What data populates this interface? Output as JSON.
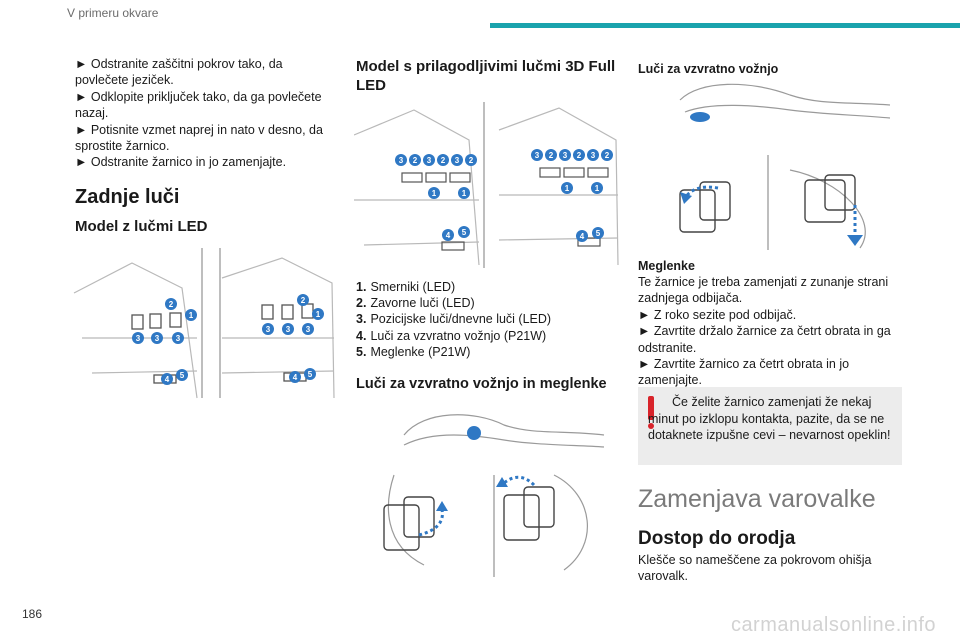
{
  "header": {
    "title": "V primeru okvare"
  },
  "page_number": "186",
  "watermark": "carmanualsonline.info",
  "col1": {
    "steps": [
      "► Odstranite zaščitni pokrov tako, da povlečete jeziček.",
      "► Odklopite priključek tako, da ga povlečete nazaj.",
      "► Potisnite vzmet naprej in nato v desno, da sprostite žarnico.",
      "► Odstranite žarnico in jo zamenjajte."
    ],
    "section_title": "Zadnje luči",
    "subsection_title": "Model z lučmi LED",
    "callouts": [
      "1",
      "2",
      "3",
      "4",
      "5"
    ]
  },
  "col2": {
    "title": "Model s prilagodljivimi lučmi 3D Full LED",
    "legend": [
      {
        "num": "1.",
        "text": "Smerniki (LED)"
      },
      {
        "num": "2.",
        "text": "Zavorne luči (LED)"
      },
      {
        "num": "3.",
        "text": "Pozicijske luči/dnevne luči (LED)"
      },
      {
        "num": "4.",
        "text": "Luči za vzvratno vožnjo (P21W)"
      },
      {
        "num": "5.",
        "text": "Meglenke (P21W)"
      }
    ],
    "subtitle": "Luči za vzvratno vožnjo in meglenke"
  },
  "col3": {
    "reverse_title": "Luči za vzvratno vožnjo",
    "fog_title": "Meglenke",
    "fog_text": "Te žarnice je treba zamenjati z zunanje strani zadnjega odbijača.",
    "fog_steps": [
      "► Z roko sezite pod odbijač.",
      "► Zavrtite držalo žarnice za četrt obrata in ga odstranite.",
      "► Zavrtite žarnico za četrt obrata in jo zamenjajte."
    ],
    "warning": "Če želite žarnico zamenjati že nekaj minut po izklopu kontakta, pazite, da se ne dotaknete izpušne cevi – nevarnost opeklin!",
    "section_title": "Zamenjava varovalke",
    "subsection_title": "Dostop do orodja",
    "tools_text": "Klešče so nameščene za pokrovom ohišja varovalk."
  },
  "colors": {
    "accent": "#1aa3ad",
    "callout": "#2f78c4",
    "warning": "#d8232a"
  }
}
